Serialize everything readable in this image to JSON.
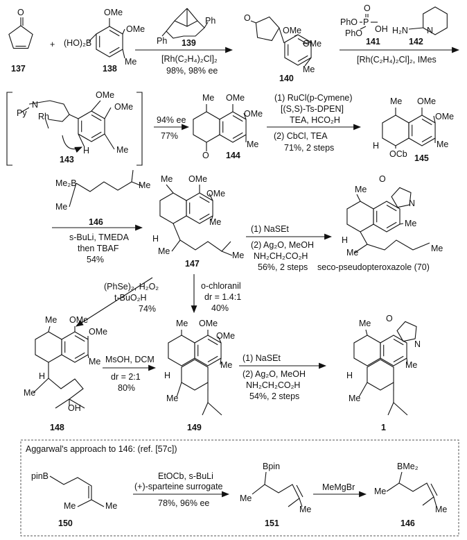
{
  "atoms": {
    "O": "O",
    "OMe": "OMe",
    "Me": "Me",
    "Ph": "Ph",
    "N": "N",
    "H": "H",
    "Py": "Py",
    "Rh": "Rh",
    "OH": "OH",
    "OCb": "OCb",
    "Me2B": "Me₂B",
    "BMe2": "BMe₂",
    "Bpin": "Bpin",
    "pinB": "pinB",
    "HO2B": "(HO)₂B",
    "PhO": "PhO",
    "P": "P",
    "H2N": "H₂N",
    "plus": "+"
  },
  "compounds": {
    "c137": "137",
    "c138": "138",
    "c139": "139",
    "c140": "140",
    "c141": "141",
    "c142": "142",
    "c143": "143",
    "c144": "144",
    "c145": "145",
    "c146": "146",
    "c147": "147",
    "c148": "148",
    "c149": "149",
    "c1": "1",
    "c150": "150",
    "c151": "151",
    "c70": "seco-pseudopteroxazole (70)"
  },
  "steps": {
    "s1": [
      "[Rh(C₂H₄)₂Cl]₂",
      "98%, 98% ee"
    ],
    "s2": [
      "[Rh(C₂H₄)₂Cl]₂, IMes"
    ],
    "s3": [
      "94% ee",
      "77%"
    ],
    "s4": [
      "(1) RuCl(p-Cymene)",
      "[(S,S)-Ts-DPEN]",
      "TEA, HCO₂H",
      "(2) CbCl, TEA",
      "71%, 2 steps"
    ],
    "s5": [
      "s-BuLi, TMEDA",
      "then TBAF",
      "54%"
    ],
    "s6": [
      "(1) NaSEt",
      "(2) Ag₂O, MeOH",
      "NH₂CH₂CO₂H",
      "56%, 2 steps"
    ],
    "s7": [
      "(PhSe)₂, H₂O₂",
      "t-BuO₂H",
      "74%"
    ],
    "s8": [
      "o-chloranil",
      "dr = 1.4:1",
      "40%"
    ],
    "s9": [
      "MsOH, DCM",
      "dr = 2:1",
      "80%"
    ],
    "s10": [
      "(1) NaSEt",
      "(2) Ag₂O, MeOH",
      "NH₂CH₂CO₂H",
      "54%, 2 steps"
    ],
    "s11": [
      "EtOCb, s-BuLi",
      "(+)-sparteine surrogate",
      "78%, 96% ee"
    ],
    "s12": [
      "MeMgBr"
    ]
  },
  "box": {
    "title": "Aggarwal's approach to 146: (ref. [57c])"
  }
}
